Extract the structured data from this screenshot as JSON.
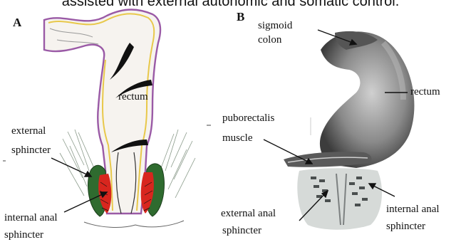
{
  "caption": "assisted with external autonomic and somatic control.",
  "panel_a": {
    "letter": "A",
    "labels": {
      "rectum": "rectum",
      "external_line1": "external",
      "external_line2": "sphincter",
      "internal_line1": "internal anal",
      "internal_line2": "sphincter"
    }
  },
  "panel_b": {
    "letter": "B",
    "labels": {
      "sigmoid_line1": "sigmoid",
      "sigmoid_line2": "colon",
      "rectum": "rectum",
      "puborectalis_line1": "puborectalis",
      "puborectalis_line2": "muscle",
      "external_line1": "external anal",
      "external_line2": "sphincter",
      "internal_line1": "internal anal",
      "internal_line2": "sphincter"
    }
  },
  "colors": {
    "outer_wall": "#9a5aa6",
    "inner_wall": "#e8c84a",
    "external_sphincter": "#2f6b2f",
    "internal_sphincter": "#d8261e",
    "illustration_gray": "#777777"
  }
}
